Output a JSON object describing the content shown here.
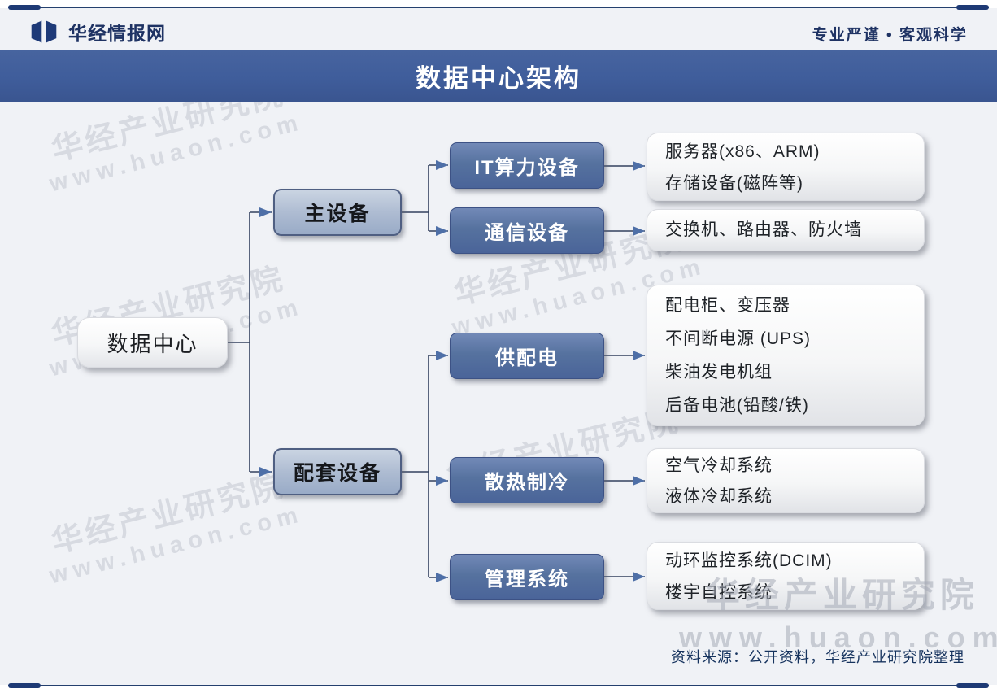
{
  "header": {
    "brand": "华经情报网",
    "slogan": "专业严谨 • 客观科学"
  },
  "title": "数据中心架构",
  "diagram": {
    "root": {
      "label": "数据中心"
    },
    "branches": [
      {
        "label": "主设备",
        "children": [
          {
            "label": "IT算力设备",
            "items": [
              "服务器(x86、ARM)",
              "存储设备(磁阵等)"
            ]
          },
          {
            "label": "通信设备",
            "items": [
              "交换机、路由器、防火墙"
            ]
          }
        ]
      },
      {
        "label": "配套设备",
        "children": [
          {
            "label": "供配电",
            "items": [
              "配电柜、变压器",
              "不间断电源 (UPS)",
              "柴油发电机组",
              "后备电池(铅酸/铁)"
            ]
          },
          {
            "label": "散热制冷",
            "items": [
              "空气冷却系统",
              "液体冷却系统"
            ]
          },
          {
            "label": "管理系统",
            "items": [
              "动环监控系统(DCIM)",
              "楼宇自控系统"
            ]
          }
        ]
      }
    ]
  },
  "watermark": {
    "name": "华经产业研究院",
    "url": "www.huaon.com"
  },
  "footer": {
    "source": "资料来源：公开资料，华经产业研究院整理"
  },
  "colors": {
    "title_bar": "#3f5d9b",
    "node_primary": "#54709f",
    "node_secondary": "#aebcd2",
    "connector_line": "#33415f",
    "arrow": "#4e6fa7",
    "brand_text": "#1e3263",
    "background": "#f0f2f6"
  }
}
